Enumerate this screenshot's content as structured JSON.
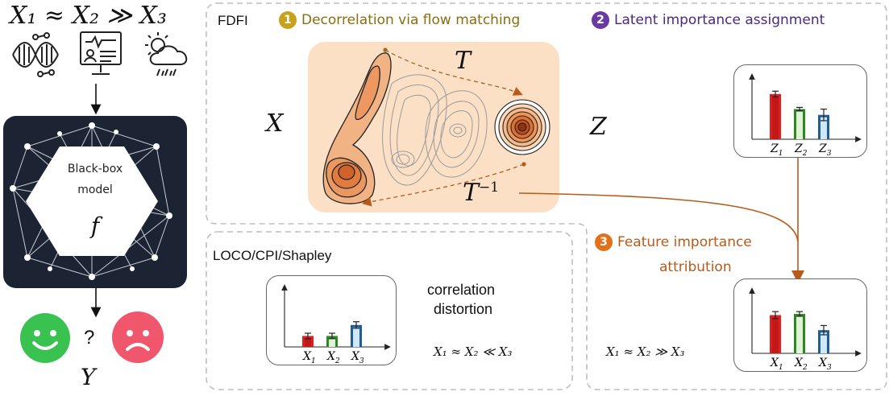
{
  "colors": {
    "red_bar": "#e11d1d",
    "green_bar": "#2a8a1d",
    "blue_bar": "#1f5d94",
    "step1": "#c9a21b",
    "step2": "#6a3aa3",
    "step3": "#e2711d",
    "arrow": "#b85a1a",
    "blackbox_bg": "#1c2434",
    "happy": "#39c24f",
    "sad": "#f0566c"
  },
  "left": {
    "top_relation": "X₁ ≈ X₂ ≫ X₃",
    "icons": [
      "dna-icon",
      "clinical-record-icon",
      "weather-icon"
    ],
    "model_label_line1": "Black-box",
    "model_label_line2": "model",
    "model_symbol": "f",
    "question_mark": "?",
    "output_symbol": "Y"
  },
  "fdfi": {
    "title": "FDFI",
    "step1": {
      "num": "1",
      "label": "Decorrelation via flow matching"
    },
    "step2": {
      "num": "2",
      "label": "Latent importance assignment"
    },
    "step3": {
      "num": "3",
      "label_line1": "Feature importance",
      "label_line2": "attribution"
    },
    "x_symbol": "X",
    "z_symbol": "Z",
    "t_symbol": "T",
    "t_inv_symbol": "T",
    "t_inv_exp": "−1"
  },
  "baseline": {
    "title": "LOCO/CPI/Shapley",
    "distortion_line1": "correlation",
    "distortion_line2": "distortion",
    "relation": "X₁ ≈ X₂ ≪ X₃"
  },
  "attribution": {
    "relation": "X₁ ≈ X₂ ≫ X₃"
  },
  "chart_data": [
    {
      "type": "bar",
      "id": "latent",
      "categories": [
        "Z1",
        "Z2",
        "Z3"
      ],
      "values": [
        0.78,
        0.52,
        0.42
      ],
      "errors": [
        0.05,
        0.03,
        0.1
      ],
      "ylim": [
        0,
        1
      ]
    },
    {
      "type": "bar",
      "id": "baseline",
      "categories": [
        "X1",
        "X2",
        "X3"
      ],
      "values": [
        0.2,
        0.2,
        0.4
      ],
      "errors": [
        0.05,
        0.05,
        0.06
      ],
      "ylim": [
        0,
        1
      ]
    },
    {
      "type": "bar",
      "id": "fdfi",
      "categories": [
        "X1",
        "X2",
        "X3"
      ],
      "values": [
        0.66,
        0.68,
        0.4
      ],
      "errors": [
        0.06,
        0.04,
        0.08
      ],
      "ylim": [
        0,
        1
      ]
    }
  ]
}
